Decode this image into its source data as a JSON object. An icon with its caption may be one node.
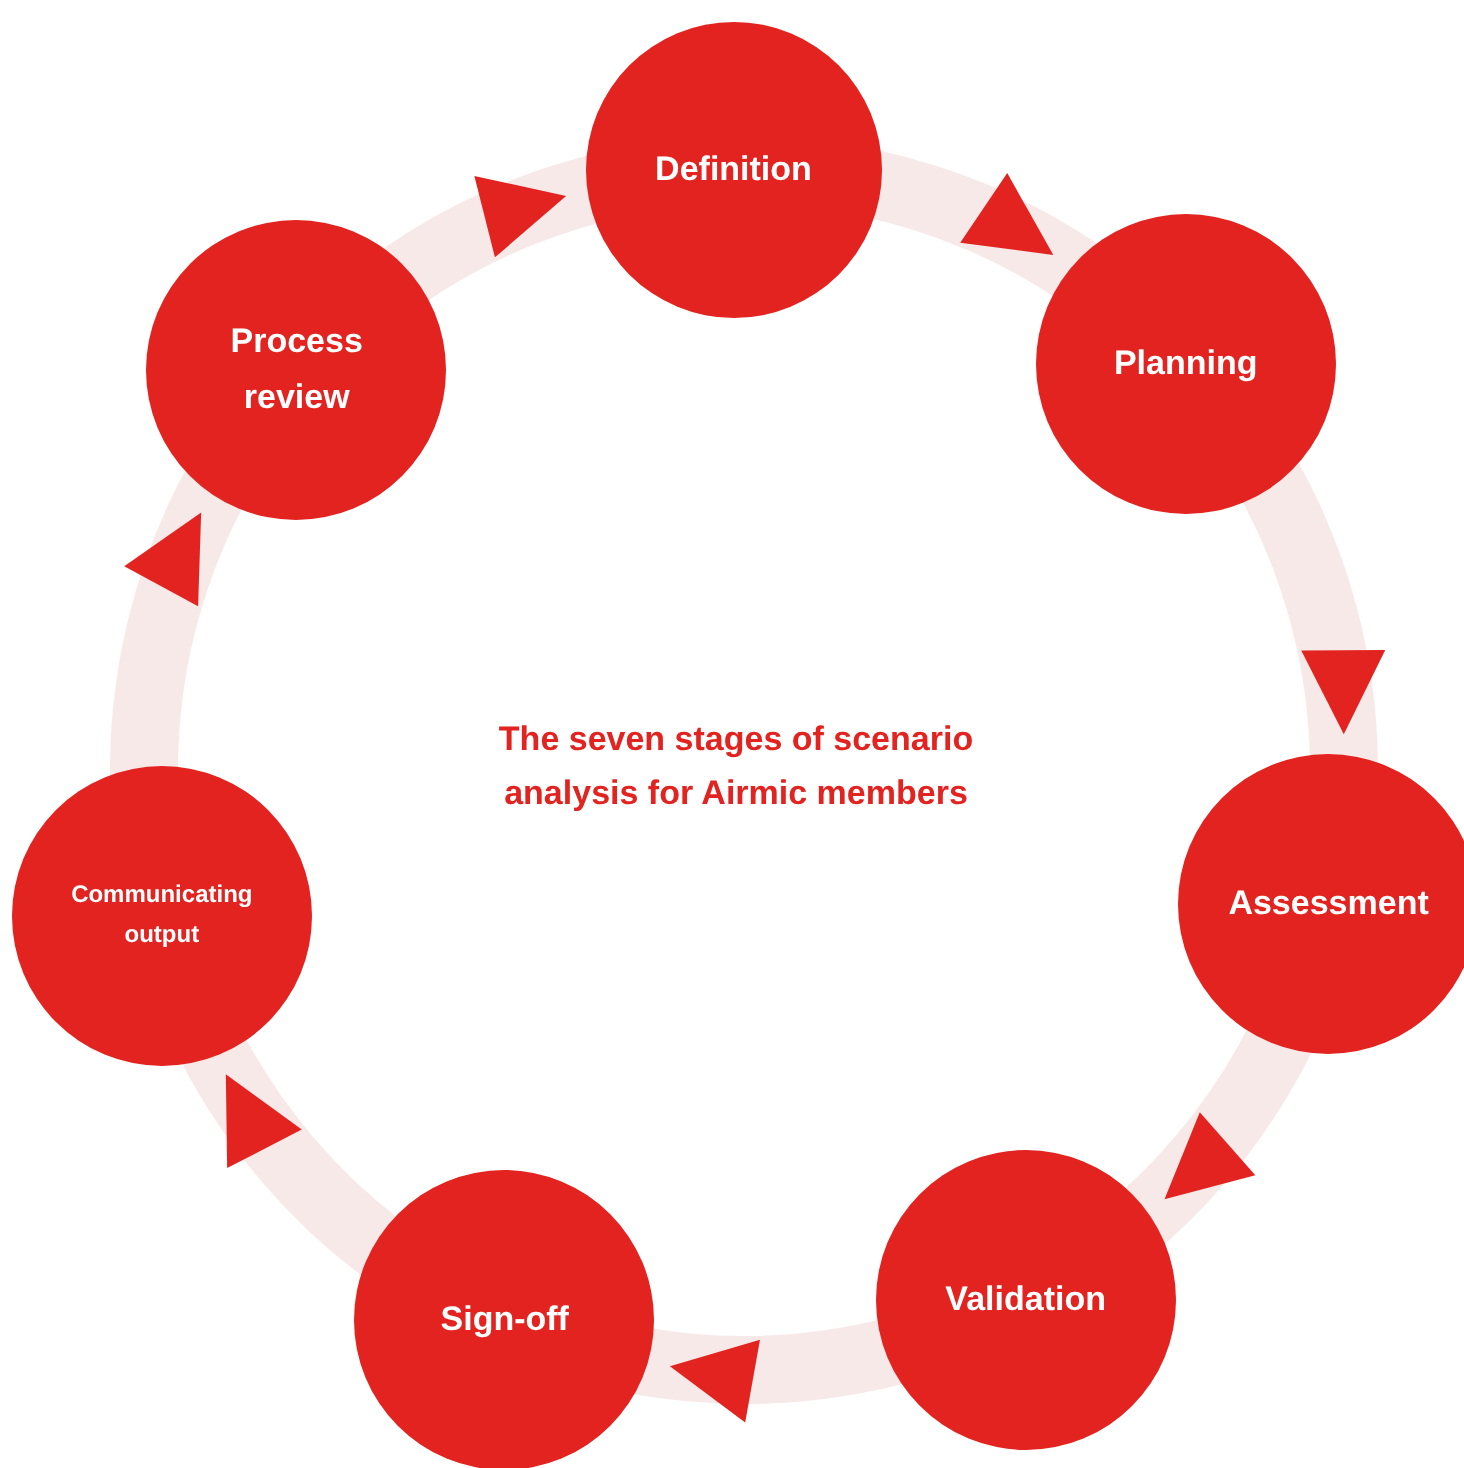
{
  "diagram": {
    "title": "The seven stages of scenario analysis for Airmic members",
    "nodes": [
      {
        "text": [
          "Definition"
        ]
      },
      {
        "text": [
          "Planning"
        ]
      },
      {
        "text": [
          "Assessment"
        ]
      },
      {
        "text": [
          "Validation"
        ]
      },
      {
        "text": [
          "Sign-off"
        ]
      },
      {
        "text": [
          "Communicating output"
        ]
      },
      {
        "text": [
          "Process review"
        ]
      }
    ],
    "edges": [
      {
        "from": 0,
        "to": 1,
        "arrow": "to"
      },
      {
        "from": 1,
        "to": 2,
        "arrow": "to"
      },
      {
        "from": 2,
        "to": 3,
        "arrow": "to"
      },
      {
        "from": 3,
        "to": 4,
        "arrow": "to"
      },
      {
        "from": 4,
        "to": 5,
        "arrow": "to"
      },
      {
        "from": 5,
        "to": 6,
        "arrow": "to"
      },
      {
        "from": 6,
        "to": 0,
        "arrow": "to"
      }
    ]
  }
}
